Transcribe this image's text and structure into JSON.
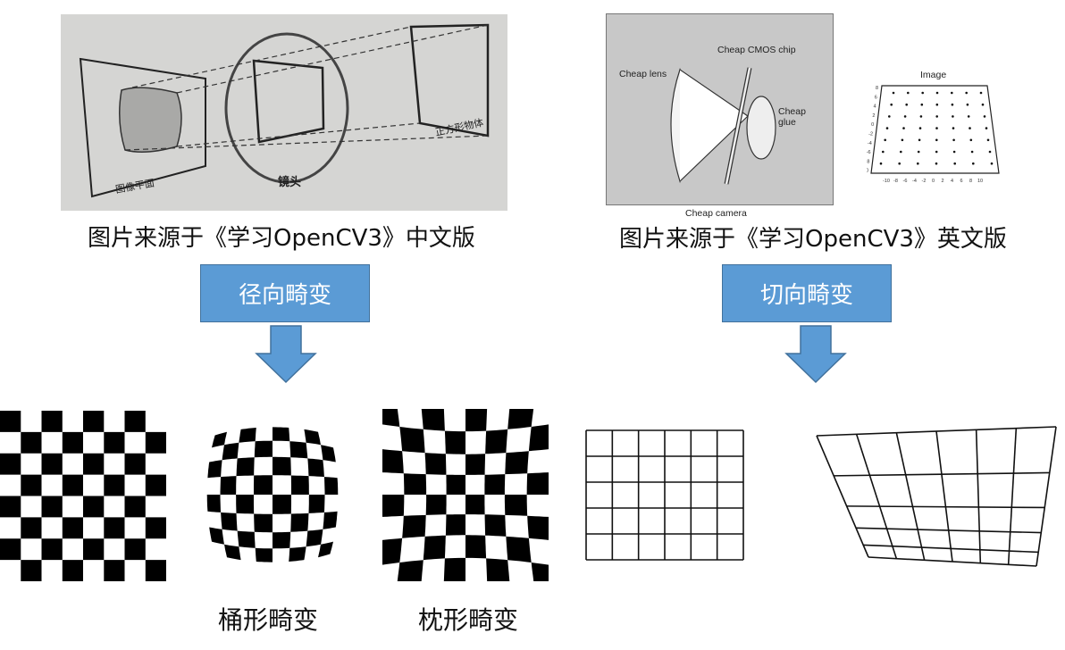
{
  "top_left": {
    "photo_labels": {
      "image_plane": "图像平面",
      "lens": "镜头",
      "square_object": "正方形物体"
    },
    "caption": "图片来源于《学习OpenCV3》中文版"
  },
  "top_right": {
    "labels": {
      "cheap_lens": "Cheap lens",
      "cmos_chip": "Cheap CMOS chip",
      "cheap_glue": [
        "Cheap",
        "glue"
      ],
      "cheap_camera": "Cheap camera",
      "image_title": "Image"
    },
    "plot_ticks_y": [
      "8",
      "6",
      "4",
      "2",
      "0",
      "-2",
      "-4",
      "-6",
      "-8",
      "-10"
    ],
    "plot_ticks_x": [
      "-10",
      "-8",
      "-6",
      "-4",
      "-2",
      "0",
      "2",
      "4",
      "6",
      "8",
      "10"
    ],
    "caption": "图片来源于《学习OpenCV3》英文版"
  },
  "radial_box": {
    "label": "径向畸变"
  },
  "tangential_box": {
    "label": "切向畸变"
  },
  "bottom_labels": {
    "barrel": "桶形畸变",
    "pincushion": "枕形畸变"
  },
  "colors": {
    "box_fill": "#5b9bd5",
    "box_border": "#41719c",
    "arrow_fill": "#5b9bd5"
  }
}
